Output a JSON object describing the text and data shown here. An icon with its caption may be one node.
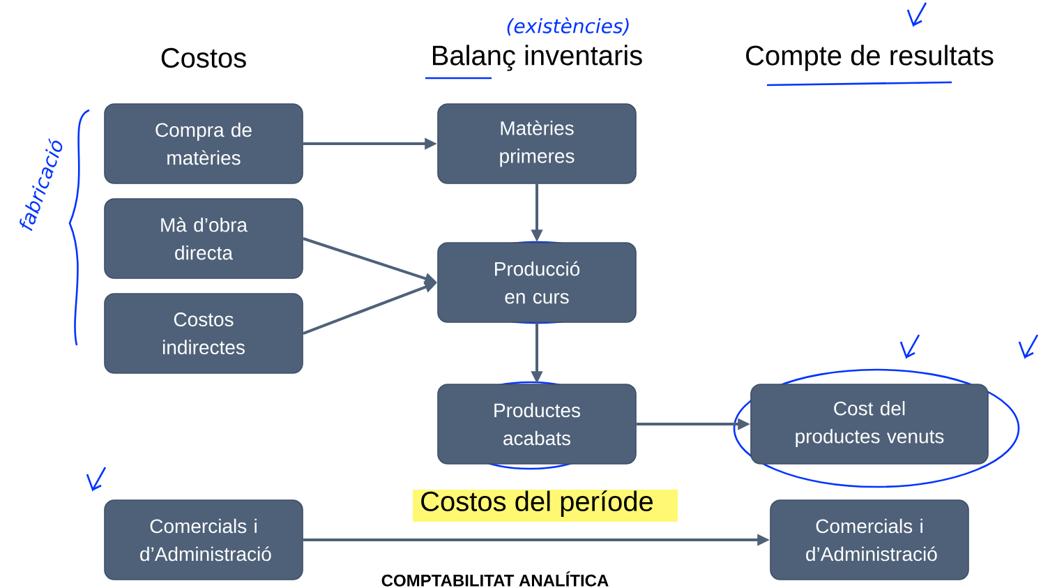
{
  "diagram": {
    "nodes": [
      {
        "text": [
          "Compra de matèries"
        ]
      },
      {
        "text": [
          "Matèries primeres"
        ]
      },
      {
        "text": [
          "Mà d’obra directa"
        ]
      },
      {
        "text": [
          "Producció en curs"
        ]
      },
      {
        "text": [
          "Costos indirectes"
        ]
      },
      {
        "text": [
          "Productes acabats"
        ]
      },
      {
        "text": [
          "Cost del productes venuts"
        ]
      },
      {
        "text": [
          "Comercials i d’Administració"
        ]
      },
      {
        "text": [
          "Comercials i d’Administració"
        ]
      }
    ],
    "edges": [
      {
        "from": 0,
        "to": 1,
        "arrow": "to"
      },
      {
        "from": 1,
        "to": 3,
        "arrow": "to"
      },
      {
        "from": 2,
        "to": 3,
        "arrow": "to"
      },
      {
        "from": 4,
        "to": 3,
        "arrow": "to"
      },
      {
        "from": 3,
        "to": 5,
        "arrow": "to"
      },
      {
        "from": 5,
        "to": 6,
        "arrow": "to"
      },
      {
        "from": 7,
        "to": 8,
        "arrow": "to"
      }
    ],
    "labels": [
      "(existències)",
      "Costos",
      "Balanç inventaris",
      "Compte de resultats",
      "fabricació",
      "Costos del període",
      "COMPTABILITAT ANALÍTICA"
    ]
  }
}
